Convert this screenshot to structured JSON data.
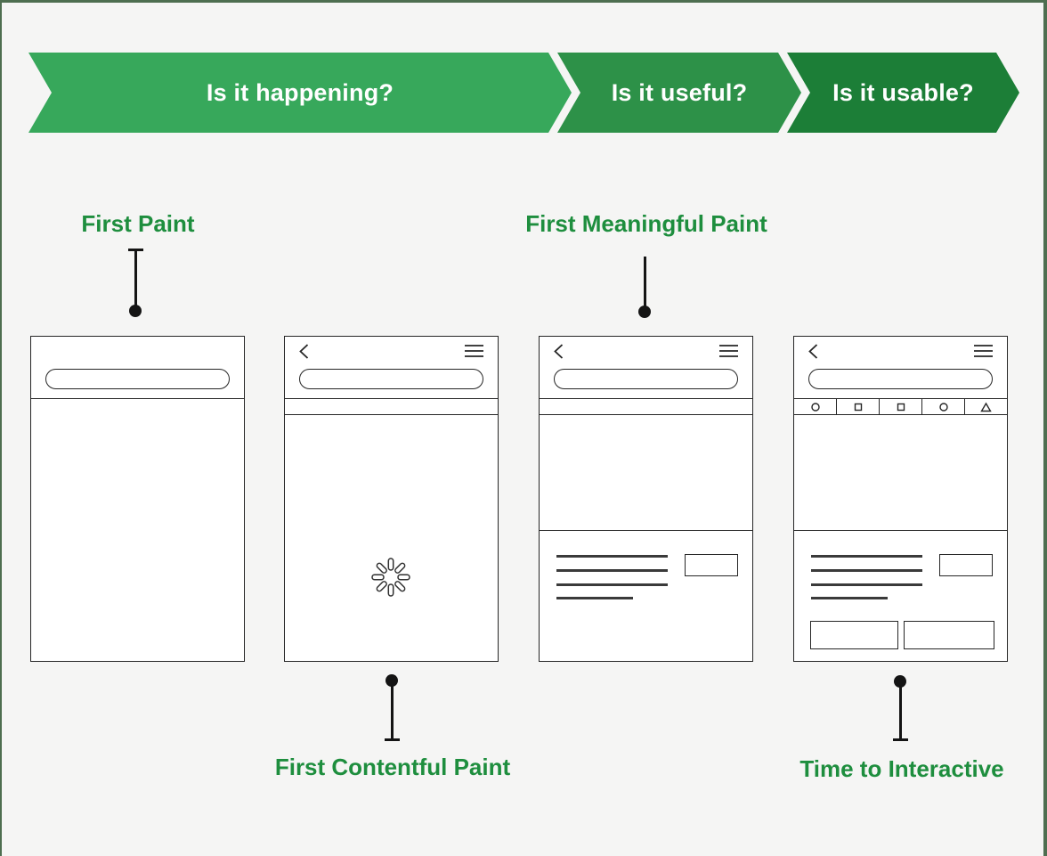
{
  "figure": {
    "background_color": "#f5f5f4",
    "frame_color": "#4e6e50",
    "metric_label_color": "#1e8e3e"
  },
  "banner": {
    "text_color": "#ffffff",
    "segments": [
      {
        "label": "Is it happening?",
        "color": "#37a85b"
      },
      {
        "label": "Is it useful?",
        "color": "#2d9148"
      },
      {
        "label": "Is it usable?",
        "color": "#1c7e37"
      }
    ]
  },
  "metrics": {
    "first_paint": "First Paint",
    "first_meaningful_paint": "First Meaningful Paint",
    "first_contentful_paint": "First Contentful Paint",
    "time_to_interactive": "Time to Interactive"
  },
  "phones": [
    {
      "stage": "first-paint",
      "parts": [
        "url-bar",
        "empty-page"
      ]
    },
    {
      "stage": "first-contentful-paint",
      "parts": [
        "back-icon",
        "menu-icon",
        "url-bar",
        "toolbar-strip",
        "loading-spinner"
      ]
    },
    {
      "stage": "first-meaningful-paint",
      "parts": [
        "back-icon",
        "menu-icon",
        "url-bar",
        "toolbar-strip",
        "hero-block",
        "text-skeleton",
        "button"
      ]
    },
    {
      "stage": "time-to-interactive",
      "parts": [
        "back-icon",
        "menu-icon",
        "url-bar",
        "toolbar-icons",
        "hero-block",
        "text-skeleton",
        "button",
        "action-buttons"
      ],
      "toolbar_icons": [
        "circle",
        "square",
        "square",
        "circle",
        "triangle"
      ]
    }
  ]
}
